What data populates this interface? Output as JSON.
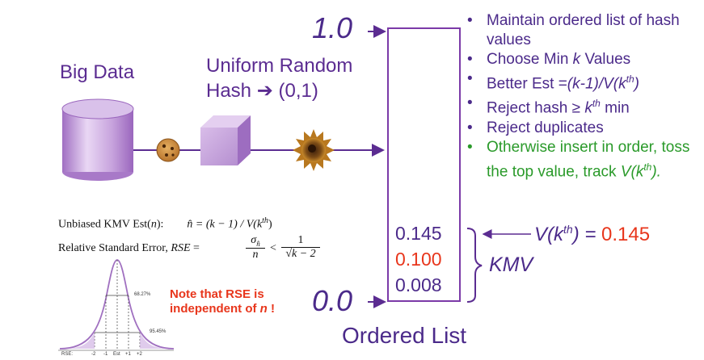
{
  "labels": {
    "top_value": "1.0",
    "bottom_value": "0.0",
    "big_data": "Big Data",
    "hash_line1": "Uniform Random",
    "hash_word": "Hash",
    "hash_arrow": "➔",
    "hash_range": "(0,1)",
    "ordered_list": "Ordered List",
    "kmv": "KMV"
  },
  "list_values": [
    {
      "value": "0.145",
      "color": "#4b2a8a"
    },
    {
      "value": "0.100",
      "color": "#e8361c"
    },
    {
      "value": "0.008",
      "color": "#4b2a8a"
    }
  ],
  "vkth": {
    "prefix": "V(k",
    "sup": "th",
    "suffix": ") = ",
    "value": "0.145",
    "value_color": "#e8361c"
  },
  "bullets": [
    {
      "text": "Maintain ordered list of hash values",
      "color": "purple"
    },
    {
      "text": "Choose Min ",
      "em": "k",
      "tail": " Values",
      "color": "purple"
    },
    {
      "text": "Better Est =",
      "em": "(k-1)/V(k",
      "sup": "th",
      "tail_em": ")",
      "color": "purple"
    },
    {
      "text": "Reject hash ≥ ",
      "em": "k",
      "sup": "th",
      "tail": " min",
      "color": "purple"
    },
    {
      "text": "Reject duplicates",
      "color": "purple"
    },
    {
      "text": "Otherwise insert in order, toss the top value, track ",
      "em": "V(k",
      "sup": "th",
      "tail_em": ").",
      "color": "green"
    }
  ],
  "formulas": {
    "line1_label": "Unbiased KMV Est(",
    "line1_n": "n",
    "line1_close": "):",
    "line1_rhs": "n̂ = (k − 1) / V(k",
    "line1_sup": "th",
    "line1_end": ")",
    "line2_label": "Relative Standard Error, ",
    "line2_rse": "RSE",
    "line2_eq": " = ",
    "line2_num": "σ",
    "line2_num_sub": "n̂",
    "line2_den": "n",
    "line2_lt": "<",
    "line2_one": "1",
    "line2_root": "√k − 2"
  },
  "note": {
    "line1": "Note that RSE is",
    "line2": "independent of ",
    "line2_em": "n",
    "line2_end": " !"
  },
  "bell": {
    "pct_inner": "68.27%",
    "pct_outer": "95.45%",
    "axis_label": "RSE:",
    "ticks": [
      "-2",
      "-1",
      "Est",
      "+1",
      "+2"
    ]
  },
  "colors": {
    "purple": "#5b2c91",
    "dark_purple": "#4b2a8a",
    "red": "#e8361c",
    "green": "#2a9a2a",
    "bell": "#a070c0"
  },
  "icons": [
    "database-cylinder-icon",
    "cookie-icon",
    "hash-cube-icon",
    "spiky-cookie-icon"
  ]
}
